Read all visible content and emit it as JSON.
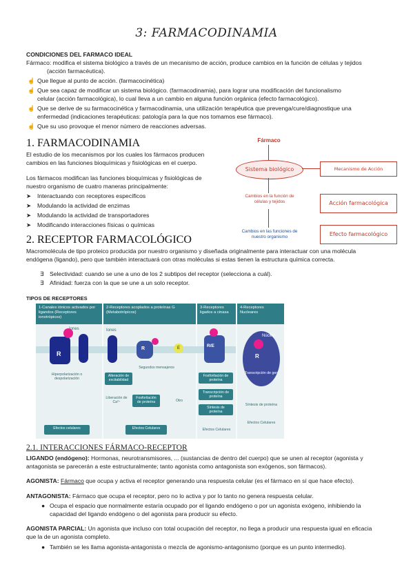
{
  "page_title": "3: FARMACODINAMIA",
  "conditions": {
    "heading": "CONDICIONES DEL FARMACO IDEAL",
    "intro_line1": "Fármaco: modifica el sistema biológico a través de un mecanismo de acción, produce cambios en la función de células y tejidos",
    "intro_line2": "(acción farmacéutica).",
    "items": [
      "Que llegue al punto de acción. (farmacocinética)",
      "Que sea capaz de modificar un sistema biológico. (farmacodinamia), para lograr una modificación del funcionalismo",
      "celular (acción farmacológica), lo cual lleva a un cambio en alguna función orgánica (efecto farmacológico).",
      "Que se derive de su farmacocinética y farmacodinamia, una utilización terapéutica que prevenga/cure/diagnostique una",
      "enfermedad (indicaciones terapéuticas: patología para la que nos tomamos ese fármaco).",
      "Que su uso provoque el menor número de reacciones adversas."
    ]
  },
  "section1": {
    "heading": "1. FARMACODINAMIA",
    "p1_l1": "El estudio de los mecanismos por los cuales los fármacos producen",
    "p1_l2": "cambios en las funciones bioquímicas y fisiológicas en el cuerpo.",
    "p2_l1": "Los fármacos modifican las funciones bioquímicas y fisiológicas de",
    "p2_l2": "nuestro organismo de cuatro maneras principalmente:",
    "list": [
      "Interactuando con receptores específicos",
      "Modulando la actividad de enzimas",
      "Modulando la actividad de transportadores",
      "Modificando interacciones físicas o químicas"
    ]
  },
  "flow": {
    "farmaco": "Fármaco",
    "sistema": "Sistema biológico",
    "mecanismo": "Mecanismo de Acción",
    "cambios_func": "Cambios en la función de células y tejidos",
    "accion": "Acción farmacológica",
    "cambios_org": "Cambios en las funciones de nuestro organismo",
    "efecto": "Efecto farmacológico"
  },
  "section2": {
    "heading": "2. RECEPTOR FARMACOLÓGICO",
    "p_l1": "Macromolécula de tipo proteico producida por nuestro organismo y diseñada originalmente para interactuar con una molécula",
    "p_l2": "endógena (ligando), pero que también interactuará con otras moléculas si estas tienen la estructura química correcta.",
    "items": [
      "Selectividad: cuando se une a uno de los 2 subtipos del receptor (selecciona a cuál).",
      "Afinidad: fuerza con la que se une a un solo receptor."
    ],
    "tipos": "TIPOS DE RECEPTORES"
  },
  "receptor_figure": {
    "panel1": "1-Canales iónicos activados por ligandos (Receptores ionotrópicos)",
    "panel2": "2-Receptores acoplados a proteínas G (Metabotrópicos)",
    "panel3": "3-Receptores ligados a cinasa",
    "panel4": "4-Receptores Nucleares",
    "iones": "Iones",
    "iones2": "Iones",
    "r": "R",
    "r2": "R",
    "e": "E",
    "re": "R/E",
    "r4": "R",
    "nucleo": "Núcleo",
    "hiper": "Hiperpolarización o despolarización",
    "efectos1": "Efectos celulares",
    "alteracion": "Alteración de excitabilidad",
    "segundos": "Segundos mensajeros",
    "liberacion": "Liberación de Ca²⁺",
    "fosforilacion2": "Fosforilación de proteína",
    "otro": "Otro",
    "efectos2": "Efectos Celulares",
    "fosforilacion3": "Fosforilación de proteína",
    "transcripcion3": "Transcripción de proteína",
    "sintesis3": "Síntesis de proteína",
    "efectos3": "Efectos Celulares",
    "transcripcion4": "Transcripción de gen",
    "sintesis4": "Síntesis de proteína",
    "efectos4": "Efectos Celulares"
  },
  "section21": {
    "heading": "2.1. INTERACCIONES FÁRMACO-RECEPTOR",
    "ligando_label": "LIGANDO (endógeno):",
    "ligando_l1": " Hormonas, neurotransmisores, ... (sustancias de dentro del cuerpo) que se unen al receptor (agonista y",
    "ligando_l2": "antagonista se parecerán a este estructuralmente; tanto agonista como antagonista son exógenos, son fármacos).",
    "agonista_label": "AGONISTA:",
    "agonista_word": "Fármaco",
    "agonista_text": " que ocupa y activa el receptor generando una respuesta celular (es el fármaco en sí que hace efecto).",
    "antagonista_label": "ANTAGONISTA:",
    "antagonista_text": " Fármaco que ocupa el receptor, pero no lo activa y por lo tanto no genera respuesta celular.",
    "antag_b_l1": "Ocupa el espacio que normalmente estaría ocupado por el ligando endógeno o por un agonista exógeno, inhibiendo la",
    "antag_b_l2": "capacidad del ligando endógeno o del agonista para producir su efecto.",
    "parcial_label": "AGONISTA PARCIAL:",
    "parcial_l1": " Un agonista que incluso con total ocupación del receptor, no llega a producir una respuesta igual en eficacia",
    "parcial_l2": "que la de un agonista completo.",
    "parcial_b": "También se les llama agonista-antagonista o mezcla de agonismo-antagonismo (porque es un punto intermedio)."
  }
}
